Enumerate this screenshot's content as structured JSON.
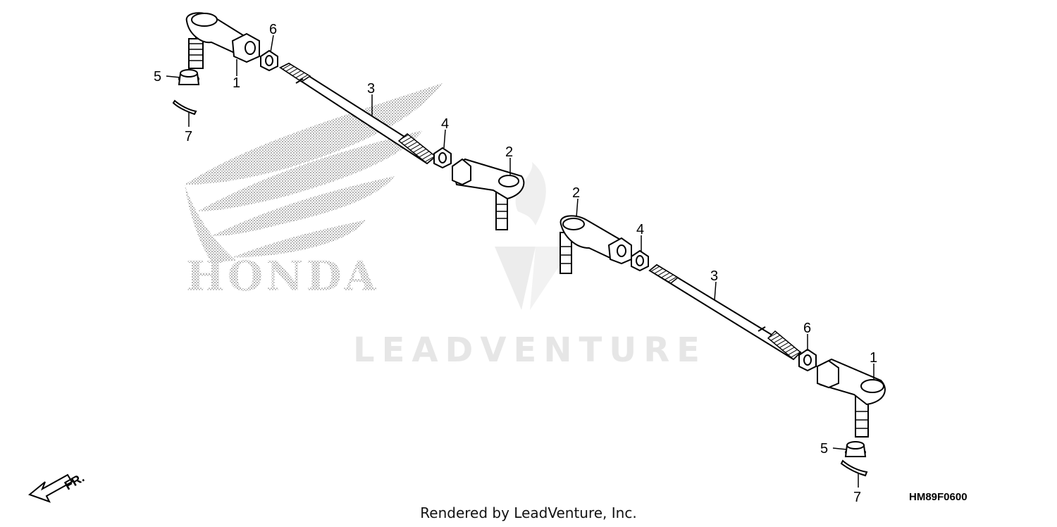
{
  "diagram": {
    "code": "HM89F0600",
    "footer": "Rendered by LeadVenture, Inc.",
    "watermark_brand": "HONDA",
    "watermark_vendor": "LEADVENTURE",
    "direction_label": "FR.",
    "callouts": [
      {
        "id": "c1a",
        "label": "1"
      },
      {
        "id": "c6a",
        "label": "6"
      },
      {
        "id": "c5a",
        "label": "5"
      },
      {
        "id": "c7a",
        "label": "7"
      },
      {
        "id": "c3a",
        "label": "3"
      },
      {
        "id": "c4a",
        "label": "4"
      },
      {
        "id": "c2a",
        "label": "2"
      },
      {
        "id": "c2b",
        "label": "2"
      },
      {
        "id": "c4b",
        "label": "4"
      },
      {
        "id": "c3b",
        "label": "3"
      },
      {
        "id": "c6b",
        "label": "6"
      },
      {
        "id": "c1b",
        "label": "1"
      },
      {
        "id": "c5b",
        "label": "5"
      },
      {
        "id": "c7b",
        "label": "7"
      }
    ]
  }
}
